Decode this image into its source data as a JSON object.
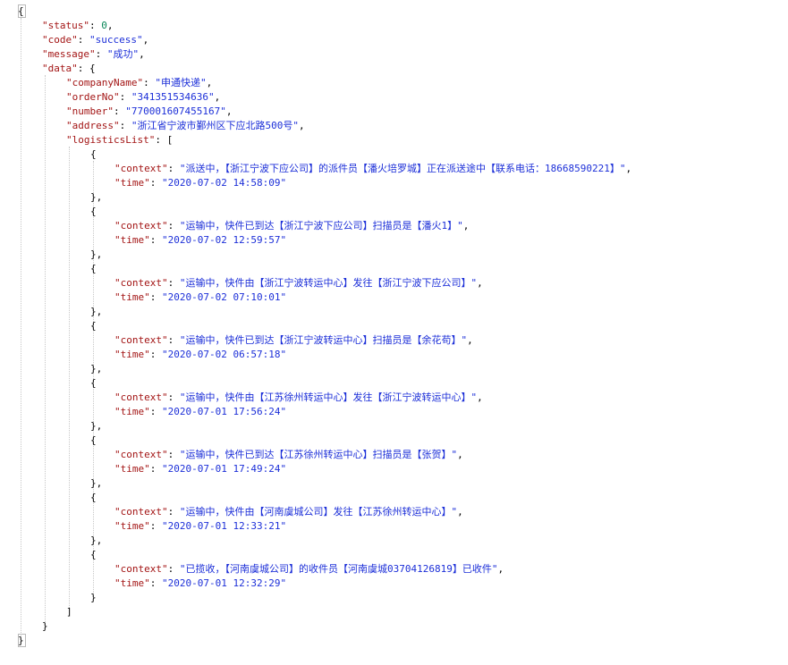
{
  "json": {
    "status": 0,
    "code": "success",
    "message": "成功",
    "data": {
      "companyName": "申通快递",
      "orderNo": "341351534636",
      "number": "770001607455167",
      "address": "浙江省宁波市鄞州区下应北路500号",
      "logisticsList": [
        {
          "context": "派送中，【浙江宁波下应公司】的派件员【潘火培罗城】正在派送途中【联系电话：18668590221】",
          "time": "2020-07-02 14:58:09"
        },
        {
          "context": "运输中，快件已到达【浙江宁波下应公司】扫描员是【潘火1】",
          "time": "2020-07-02 12:59:57"
        },
        {
          "context": "运输中，快件由【浙江宁波转运中心】发往【浙江宁波下应公司】",
          "time": "2020-07-02 07:10:01"
        },
        {
          "context": "运输中，快件已到达【浙江宁波转运中心】扫描员是【余花苟】",
          "time": "2020-07-02 06:57:18"
        },
        {
          "context": "运输中，快件由【江苏徐州转运中心】发往【浙江宁波转运中心】",
          "time": "2020-07-01 17:56:24"
        },
        {
          "context": "运输中，快件已到达【江苏徐州转运中心】扫描员是【张贺】",
          "time": "2020-07-01 17:49:24"
        },
        {
          "context": "运输中，快件由【河南虞城公司】发往【江苏徐州转运中心】",
          "time": "2020-07-01 12:33:21"
        },
        {
          "context": "已揽收，【河南虞城公司】的收件员【河南虞城03704126819】已收件",
          "time": "2020-07-01 12:32:29"
        }
      ]
    }
  }
}
